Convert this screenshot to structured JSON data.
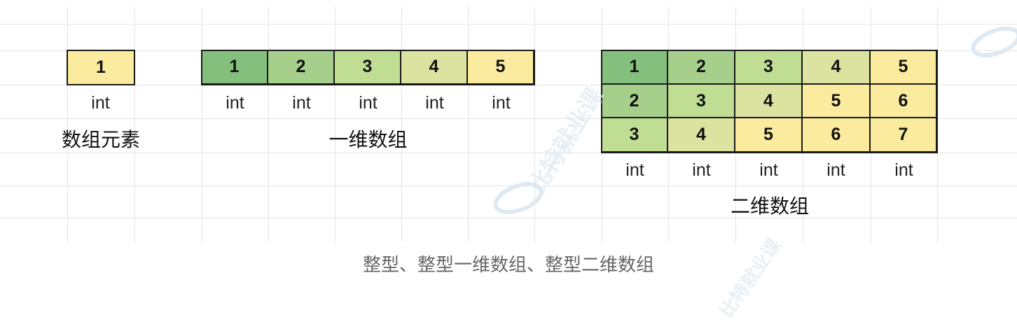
{
  "element": {
    "value": "1",
    "type": "int",
    "label": "数组元素",
    "color": "#fbeb9e"
  },
  "one_d": {
    "values": [
      "1",
      "2",
      "3",
      "4",
      "5"
    ],
    "types": [
      "int",
      "int",
      "int",
      "int",
      "int"
    ],
    "label": "一维数组",
    "colors": [
      "#85bf7d",
      "#a5cf8a",
      "#c0dd94",
      "#dce3a0",
      "#fbeb9e"
    ]
  },
  "two_d": {
    "rows": [
      [
        "1",
        "2",
        "3",
        "4",
        "5"
      ],
      [
        "2",
        "3",
        "4",
        "5",
        "6"
      ],
      [
        "3",
        "4",
        "5",
        "6",
        "7"
      ]
    ],
    "types": [
      "int",
      "int",
      "int",
      "int",
      "int"
    ],
    "label": "二维数组",
    "colors": [
      "#85bf7d",
      "#a5cf8a",
      "#c0dd94",
      "#dce3a0",
      "#fbeb9e",
      "#fbeb9e",
      "#fbeb9e"
    ]
  },
  "caption": "整型、整型一维数组、整型二维数组",
  "watermark": {
    "text": "比特就业课",
    "url": "www.bitejiuye.com",
    "color": "#dfe9f2"
  }
}
